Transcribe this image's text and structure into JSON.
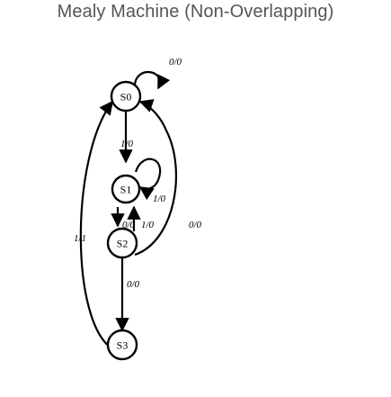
{
  "diagram": {
    "title": "Mealy Machine (Non-Overlapping)",
    "states": [
      {
        "id": "s0",
        "label": "S0"
      },
      {
        "id": "s1",
        "label": "S1"
      },
      {
        "id": "s2",
        "label": "S2"
      },
      {
        "id": "s3",
        "label": "S3"
      }
    ],
    "transitions": [
      {
        "id": "s0-self",
        "from": "S0",
        "to": "S0",
        "label": "0/0"
      },
      {
        "id": "s0-s1",
        "from": "S0",
        "to": "S1",
        "label": "1/0"
      },
      {
        "id": "s1-self",
        "from": "S1",
        "to": "S1",
        "label": "1/0"
      },
      {
        "id": "s1-s2",
        "from": "S1",
        "to": "S2",
        "label": "0/0"
      },
      {
        "id": "s2-s1",
        "from": "S2",
        "to": "S1",
        "label": "1/0"
      },
      {
        "id": "s2-s0",
        "from": "S2",
        "to": "S0",
        "label": "0/0"
      },
      {
        "id": "s2-s3",
        "from": "S2",
        "to": "S3",
        "label": "0/0"
      },
      {
        "id": "s3-s0",
        "from": "S3",
        "to": "S0",
        "label": "1/1"
      }
    ]
  },
  "colors": {
    "title": "#555555",
    "stroke": "#000000"
  }
}
